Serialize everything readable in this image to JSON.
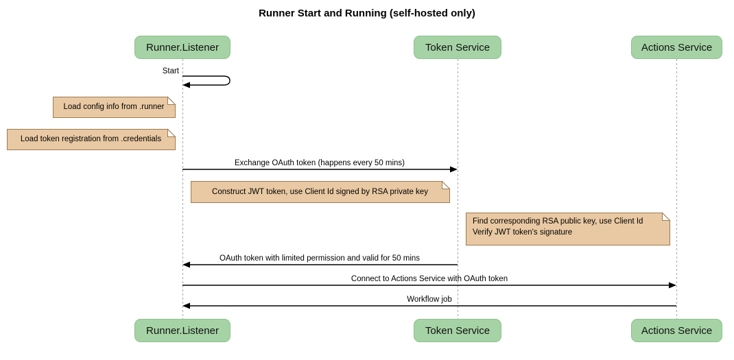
{
  "title": "Runner Start and Running (self-hosted only)",
  "diagram": {
    "type": "sequence",
    "participants": [
      {
        "id": "runner-listener",
        "label": "Runner.Listener"
      },
      {
        "id": "token-service",
        "label": "Token Service"
      },
      {
        "id": "actions-service",
        "label": "Actions Service"
      }
    ],
    "messages": [
      {
        "from": "runner-listener",
        "to": "runner-listener",
        "kind": "self",
        "label": "Start"
      },
      {
        "from": "runner-listener",
        "to": "token-service",
        "kind": "solid-arrow",
        "label": "Exchange OAuth token (happens every 50 mins)"
      },
      {
        "from": "token-service",
        "to": "runner-listener",
        "kind": "solid-arrow",
        "label": "OAuth token with limited permission and valid for 50 mins"
      },
      {
        "from": "runner-listener",
        "to": "actions-service",
        "kind": "solid-arrow",
        "label": "Connect to Actions Service with OAuth token"
      },
      {
        "from": "actions-service",
        "to": "runner-listener",
        "kind": "solid-arrow",
        "label": "Workflow job"
      }
    ],
    "notes": [
      {
        "position": "left of runner-listener",
        "text": "Load config info from .runner"
      },
      {
        "position": "left of runner-listener",
        "text": "Load token registration from .credentials"
      },
      {
        "position": "between runner-listener and token-service",
        "text": "Construct JWT token, use Client Id signed by RSA private key"
      },
      {
        "position": "left of actions-service",
        "line1": "Find corresponding RSA public key, use Client Id",
        "line2": "Verify JWT token's signature"
      }
    ],
    "colors": {
      "participant_fill": "#a6d3a6",
      "participant_border": "#8cc08c",
      "note_fill": "#e9c9a3",
      "note_border": "#9c7b52",
      "lifeline": "#a5a5a5",
      "arrow": "#000000",
      "background": "#ffffff"
    }
  }
}
